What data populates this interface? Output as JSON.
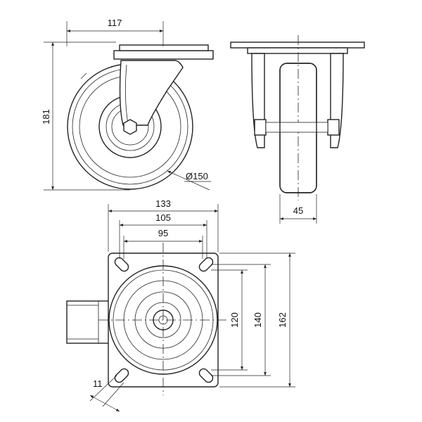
{
  "drawing": {
    "side_view": {
      "width_label": "117",
      "height_label": "181",
      "wheel_diameter_label": "Ø150"
    },
    "front_view": {
      "wheel_width_label": "45"
    },
    "top_view": {
      "plate_width_label": "133",
      "hole_span_x_label": "105",
      "inner_span_x_label": "95",
      "inner_span_y_label": "120",
      "hole_span_y_label": "140",
      "plate_height_label": "162",
      "slot_width_label": "11"
    }
  }
}
